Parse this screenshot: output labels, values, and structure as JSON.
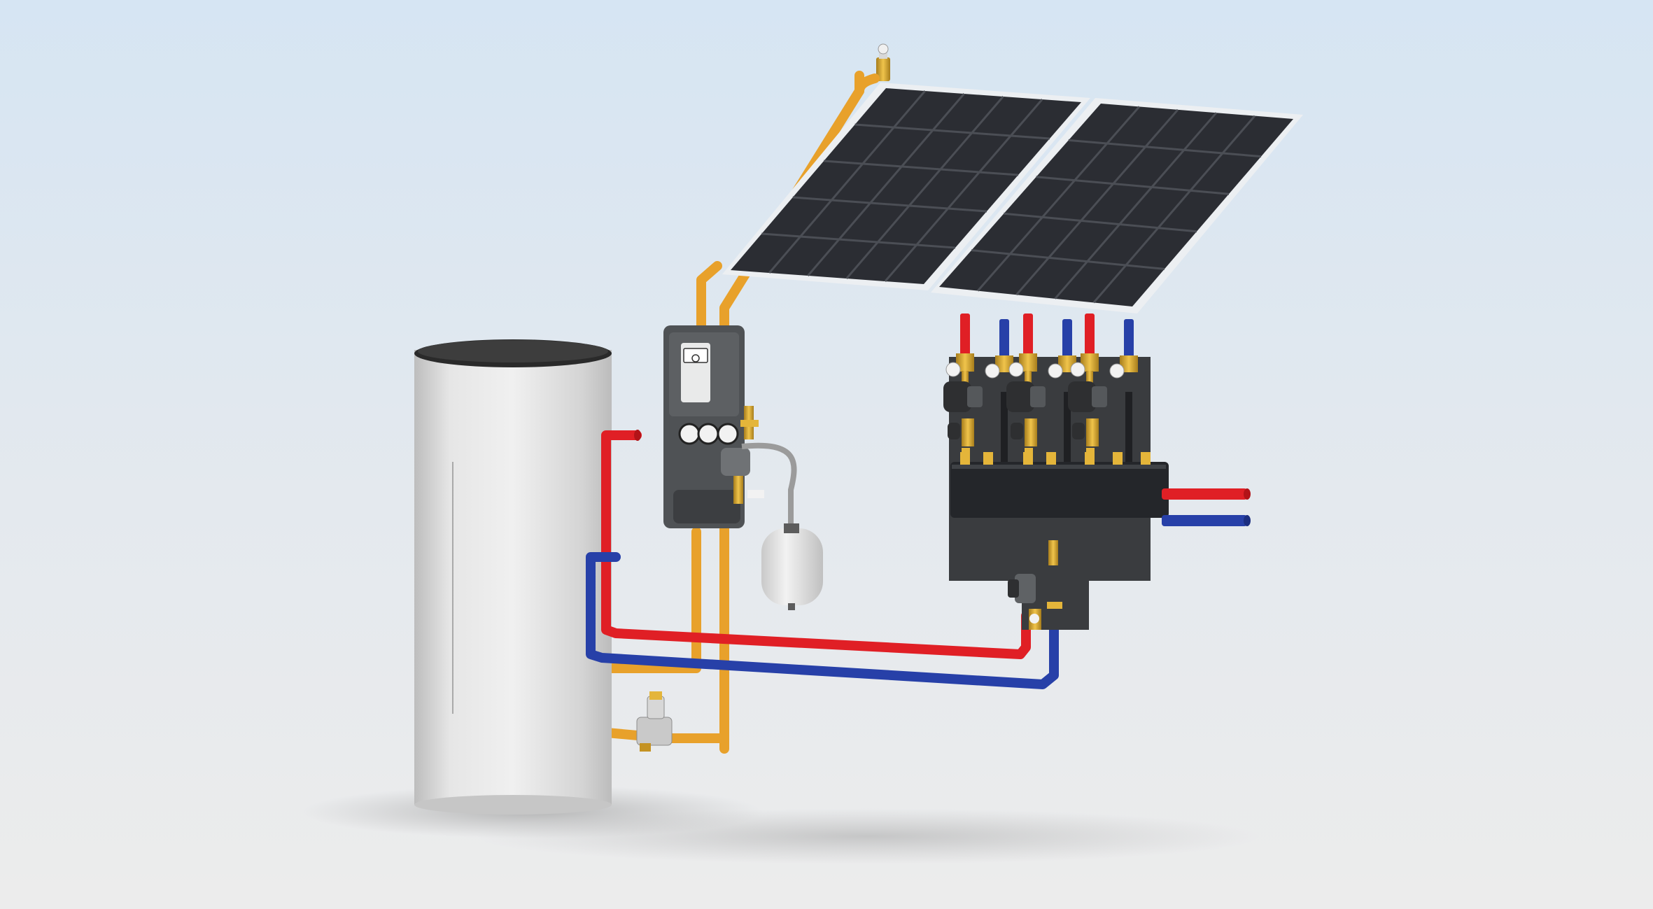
{
  "scene": {
    "components": [
      {
        "name": "storage-tank",
        "count": 1
      },
      {
        "name": "solar-collector-panel",
        "count": 2
      },
      {
        "name": "solar-pump-station",
        "count": 1
      },
      {
        "name": "expansion-vessel",
        "count": 1
      },
      {
        "name": "heating-manifold-pump-group",
        "count": 3
      },
      {
        "name": "hydraulic-separator-header",
        "count": 1
      }
    ],
    "colors": {
      "background_top": "#d6e5f3",
      "background_bottom": "#eaeaea",
      "supply_pipe": "#e01f25",
      "return_pipe": "#2740a8",
      "solar_pipe": "#eaa02c",
      "tank_body": "#e2e2e2",
      "panel_cell": "#2b2d33",
      "panel_frame": "#e9ecef",
      "station_body": "#4f5255",
      "manifold_body": "#3a3c3f",
      "brass_fittings": "#d4a52c"
    }
  }
}
